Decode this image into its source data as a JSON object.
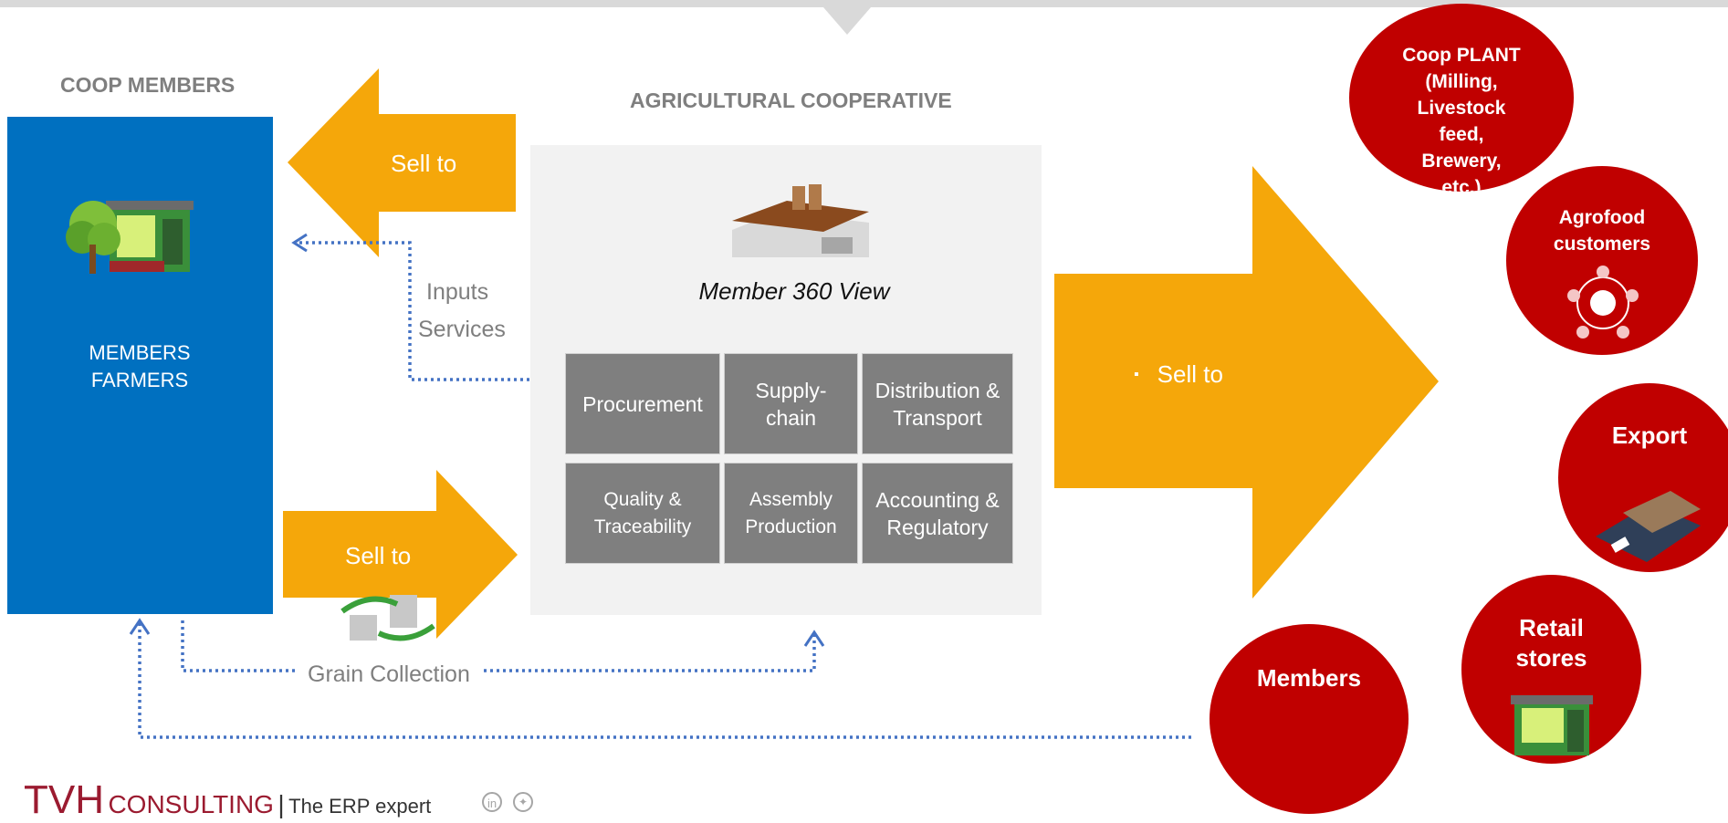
{
  "headings": {
    "coop_members": "COOP MEMBERS",
    "agricultural_cooperative": "AGRICULTURAL COOPERATIVE"
  },
  "members_panel": {
    "text": "MEMBERS\nFARMERS",
    "icon": "farm-shop-icon",
    "color": "#0070c0"
  },
  "arrows": {
    "sell_to_left": "Sell to",
    "sell_to_right_small": "Sell to",
    "sell_to_big": "Sell to",
    "color": "#f5a70a"
  },
  "labels": {
    "inputs": "Inputs",
    "services": "Services",
    "grain_collection": "Grain Collection"
  },
  "cooperative": {
    "icon": "factory-icon",
    "view_title": "Member 360 View",
    "functions": [
      "Procurement",
      "Supply-\nchain",
      "Distribution &\nTransport",
      "Quality &\nTraceability",
      "Assembly\nProduction",
      "Accounting &\nRegulatory"
    ]
  },
  "customers": {
    "color": "#c00000",
    "coop_plant": "Coop PLANT\n(Milling,\nLivestock\nfeed,\nBrewery,\netc.)",
    "agrofood": "Agrofood\ncustomers",
    "export": "Export",
    "retail": "Retail\nstores",
    "members": "Members"
  },
  "footer": {
    "brand": "TVH",
    "consulting": "CONSULTING",
    "separator": "|",
    "tagline": "The ERP expert",
    "social_icons": [
      "linkedin-icon",
      "twitter-icon"
    ]
  }
}
